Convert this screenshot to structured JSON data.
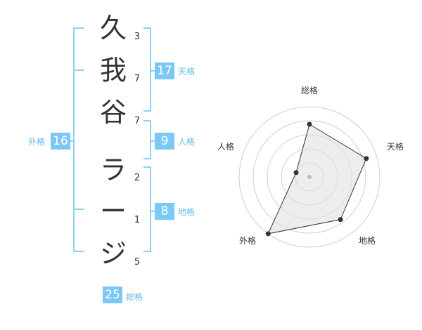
{
  "name": {
    "chars": [
      {
        "char": "久",
        "strokes": "3"
      },
      {
        "char": "我",
        "strokes": "7"
      },
      {
        "char": "谷",
        "strokes": "7"
      },
      {
        "char": "ラ",
        "strokes": "2"
      },
      {
        "char": "ー",
        "strokes": "1"
      },
      {
        "char": "ジ",
        "strokes": "5"
      }
    ]
  },
  "fortune": {
    "tenkaku": {
      "label": "天格",
      "value": "17"
    },
    "jinkaku": {
      "label": "人格",
      "value": "9"
    },
    "chikaku": {
      "label": "地格",
      "value": "8"
    },
    "gaikaku": {
      "label": "外格",
      "value": "16"
    },
    "soukaku": {
      "label": "総格",
      "value": "25"
    }
  },
  "colors": {
    "accent": "#7cc8f4",
    "label": "#63b8ec",
    "bracket": "#8fd0f5"
  },
  "chart_data": {
    "type": "radar",
    "axes": [
      "総格",
      "天格",
      "地格",
      "外格",
      "人格"
    ],
    "values": [
      0.75,
      0.85,
      0.75,
      1.0,
      0.2
    ],
    "rings": 5
  }
}
